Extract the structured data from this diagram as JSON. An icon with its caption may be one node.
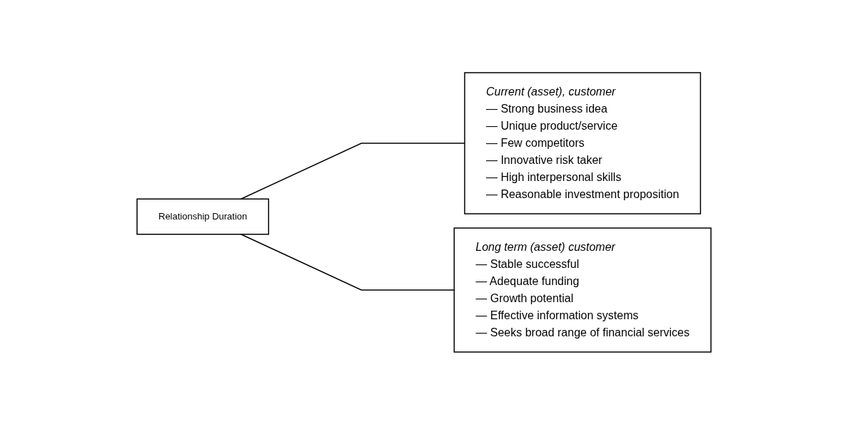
{
  "diagram": {
    "nodes": [
      {
        "text": [
          "Relationship Duration"
        ]
      },
      {
        "text": [
          "Current (asset), customer",
          "— Strong business idea",
          "— Unique product/service",
          "— Few competitors",
          "— Innovative risk taker",
          "— High interpersonal skills",
          "— Reasonable investment proposition"
        ]
      },
      {
        "text": [
          "Long term (asset) customer",
          "— Stable successful",
          "— Adequate funding",
          "— Growth potential",
          "— Effective information systems",
          "— Seeks broad range of financial services"
        ]
      }
    ],
    "edges": [
      {
        "from": 0,
        "to": 1,
        "arrow": "none"
      },
      {
        "from": 0,
        "to": 2,
        "arrow": "none"
      }
    ]
  }
}
